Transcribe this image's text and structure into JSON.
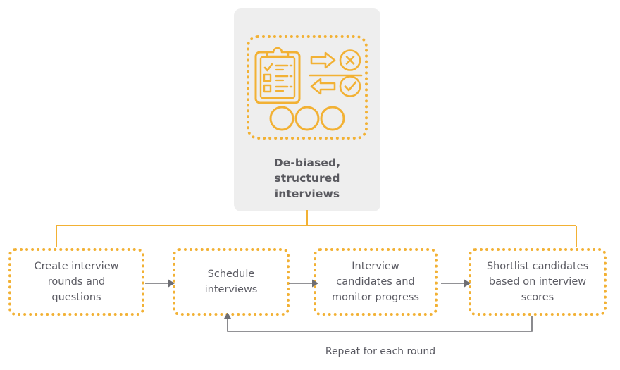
{
  "theme": {
    "accent": "#f2b134",
    "card_bg": "#eeeeee",
    "text": "#5b5b63",
    "arrow": "#6e6e73",
    "page_bg": "#ffffff"
  },
  "hero": {
    "icon_name": "clipboard-checklist-icon",
    "icon_parts": [
      "clipboard-checklist-icon",
      "arrow-right-reject-icon",
      "circle-x-icon",
      "divider-line",
      "arrow-left-accept-icon",
      "circle-check-icon",
      "three-circles-icon"
    ],
    "caption_lines": [
      "De-biased,",
      "structured",
      "interviews"
    ],
    "caption_full": "De-biased, structured interviews"
  },
  "flow": {
    "steps": [
      {
        "label": "Create interview\nrounds and\nquestions",
        "name": "step-create-interview-rounds"
      },
      {
        "label": "Schedule\ninterviews",
        "name": "step-schedule-interviews"
      },
      {
        "label": "Interview\ncandidates and\nmonitor progress",
        "name": "step-interview-candidates"
      },
      {
        "label": "Shortlist candidates\nbased on interview\nscores",
        "name": "step-shortlist-candidates"
      }
    ],
    "arrows": [
      {
        "name": "flow-arrow-1-to-2"
      },
      {
        "name": "flow-arrow-2-to-3"
      },
      {
        "name": "flow-arrow-3-to-4"
      }
    ],
    "loop_caption": "Repeat for each round"
  }
}
